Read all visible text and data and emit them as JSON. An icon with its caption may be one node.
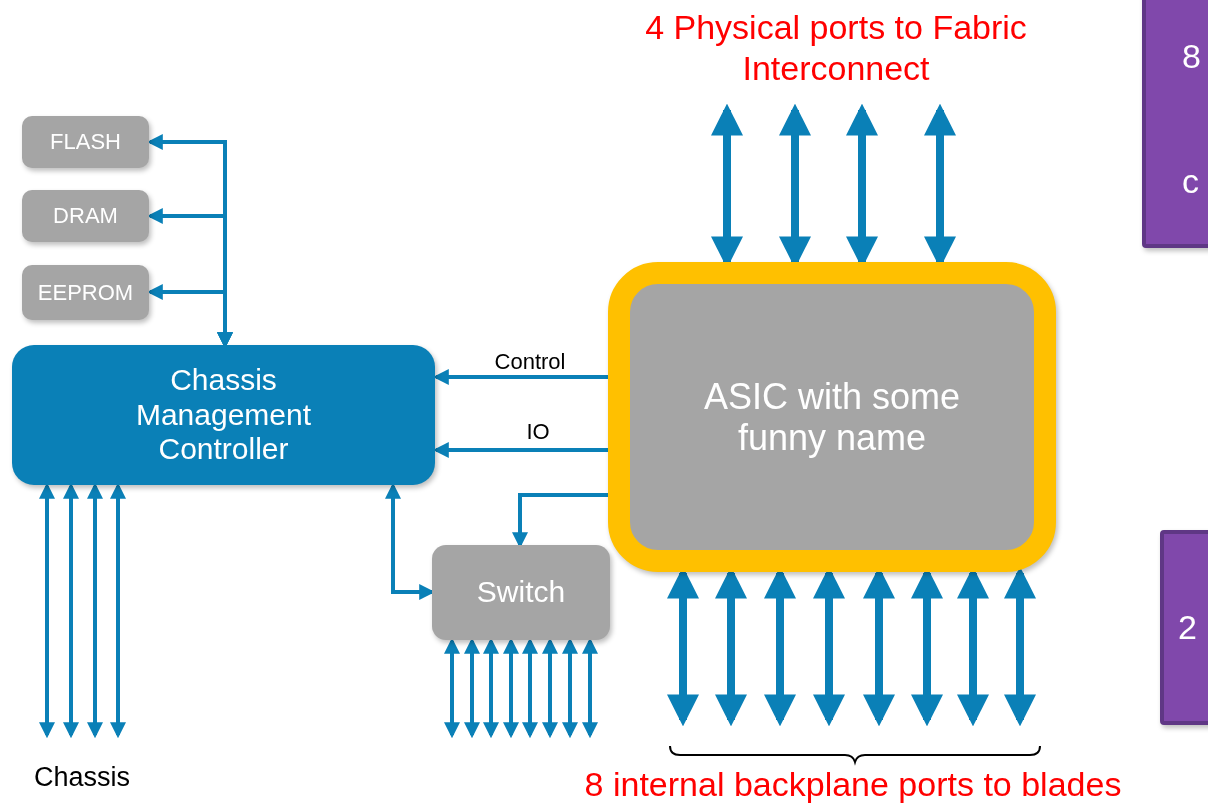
{
  "diagram": {
    "nodes": [
      {
        "text": [
          "FLASH"
        ]
      },
      {
        "text": [
          "DRAM"
        ]
      },
      {
        "text": [
          "EEPROM"
        ]
      },
      {
        "text": [
          "Chassis Management Controller"
        ]
      },
      {
        "text": [
          "ASIC with some funny name"
        ]
      },
      {
        "text": [
          "Switch"
        ]
      },
      {
        "text": [
          "8",
          "c"
        ]
      },
      {
        "text": [
          "2"
        ]
      }
    ],
    "edges": [
      {
        "from": 3,
        "to": 0,
        "arrow": "both"
      },
      {
        "from": 3,
        "to": 1,
        "arrow": "both"
      },
      {
        "from": 3,
        "to": 2,
        "arrow": "both"
      },
      {
        "from": 4,
        "to": 3,
        "arrow": "to",
        "label": "Control"
      },
      {
        "from": 4,
        "to": 3,
        "arrow": "to",
        "label": "IO"
      },
      {
        "from": 4,
        "to": 5,
        "arrow": "to"
      },
      {
        "from": 3,
        "to": 5,
        "arrow": "both"
      },
      {
        "from": 4,
        "to": null,
        "arrow": "both",
        "style": "thick"
      },
      {
        "from": 4,
        "to": null,
        "arrow": "both",
        "style": "thick"
      },
      {
        "from": 4,
        "to": null,
        "arrow": "both",
        "style": "thick"
      },
      {
        "from": 4,
        "to": null,
        "arrow": "both",
        "style": "thick"
      },
      {
        "from": 4,
        "to": null,
        "arrow": "both",
        "style": "thick"
      },
      {
        "from": 4,
        "to": null,
        "arrow": "both",
        "style": "thick"
      },
      {
        "from": 4,
        "to": null,
        "arrow": "both",
        "style": "thick"
      },
      {
        "from": 4,
        "to": null,
        "arrow": "both",
        "style": "thick"
      },
      {
        "from": 4,
        "to": null,
        "arrow": "both",
        "style": "thick"
      },
      {
        "from": 4,
        "to": null,
        "arrow": "both",
        "style": "thick"
      },
      {
        "from": 4,
        "to": null,
        "arrow": "both",
        "style": "thick"
      },
      {
        "from": 4,
        "to": null,
        "arrow": "both",
        "style": "thick"
      },
      {
        "from": 5,
        "to": null,
        "arrow": "both"
      },
      {
        "from": 5,
        "to": null,
        "arrow": "both"
      },
      {
        "from": 5,
        "to": null,
        "arrow": "both"
      },
      {
        "from": 5,
        "to": null,
        "arrow": "both"
      },
      {
        "from": 5,
        "to": null,
        "arrow": "both"
      },
      {
        "from": 5,
        "to": null,
        "arrow": "both"
      },
      {
        "from": 5,
        "to": null,
        "arrow": "both"
      },
      {
        "from": 5,
        "to": null,
        "arrow": "both"
      },
      {
        "from": 3,
        "to": null,
        "arrow": "both"
      },
      {
        "from": 3,
        "to": null,
        "arrow": "both"
      },
      {
        "from": 3,
        "to": null,
        "arrow": "both"
      },
      {
        "from": 3,
        "to": null,
        "arrow": "both"
      }
    ],
    "labels": [
      "4 Physical ports to Fabric Interconnect",
      "Chassis",
      "8 internal backplane ports to blades"
    ]
  }
}
